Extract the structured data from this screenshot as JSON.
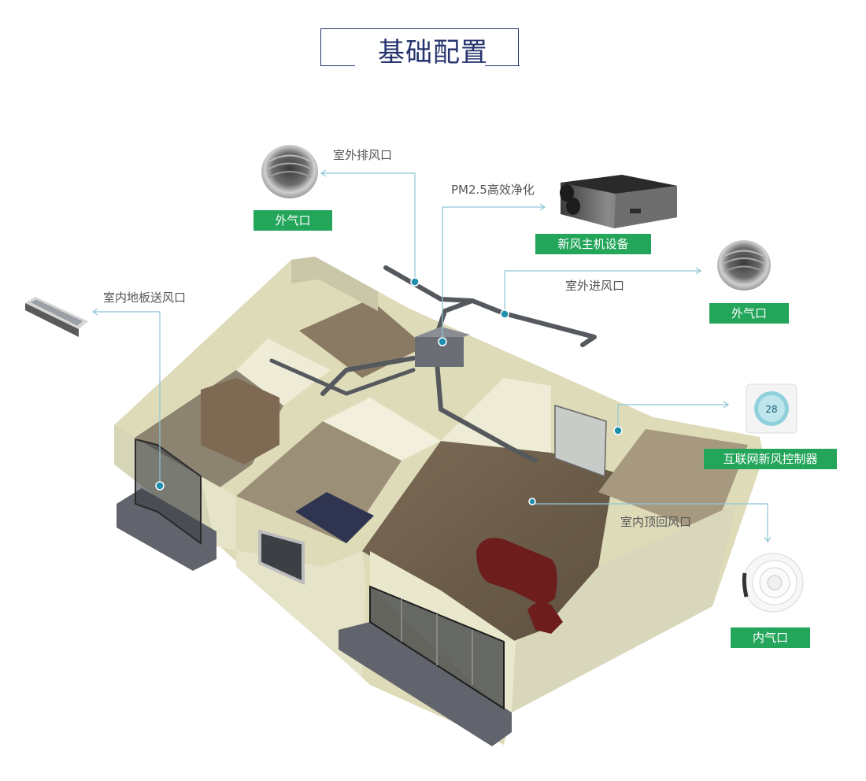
{
  "title": "基础配置",
  "labels": {
    "outdoor_exhaust": "室外排风口",
    "pm25": "PM2.5高效净化",
    "outdoor_intake": "室外进风口",
    "indoor_floor_supply": "室内地板送风口",
    "indoor_top_return": "室内顶回风口"
  },
  "badges": {
    "outer_left": "外气口",
    "main_unit": "新风主机设备",
    "outer_right": "外气口",
    "controller": "互联网新风控制器",
    "inner": "内气口"
  },
  "controller_display": "28",
  "colors": {
    "title": "#26346e",
    "badge": "#23a55a",
    "callout_line": "#8ec5d6",
    "callout_dot": "#1f8fb0",
    "duct": "#55595e",
    "wall": "#e4e2c6"
  }
}
